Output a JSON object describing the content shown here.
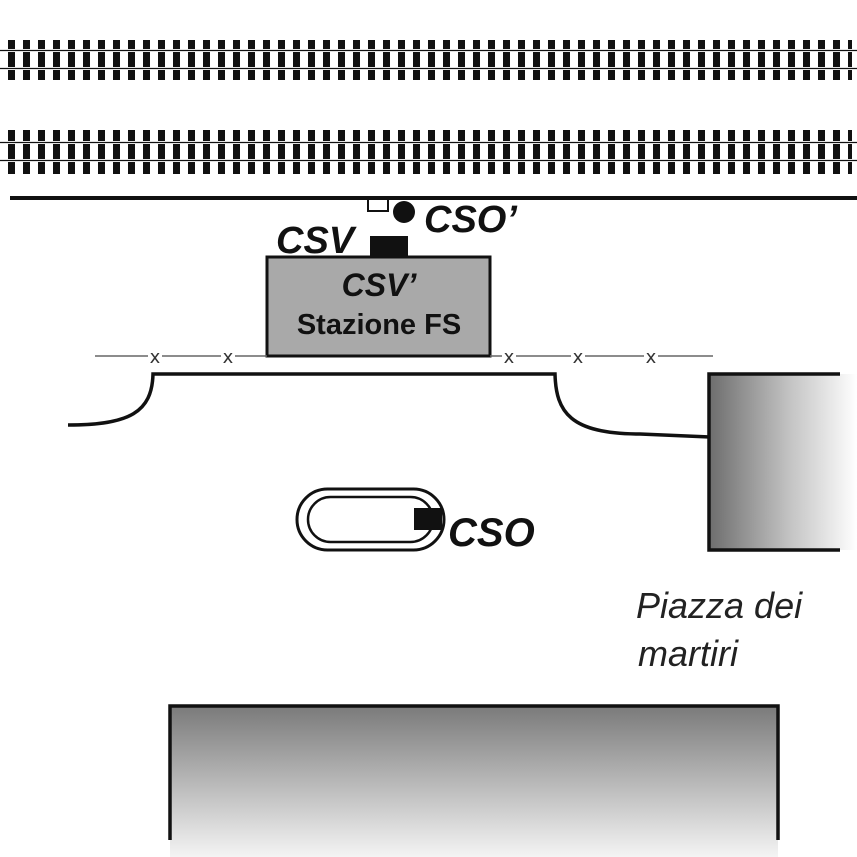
{
  "labels": {
    "cso_prime": "CSO’",
    "csv": "CSV",
    "csv_prime": "CSV’",
    "station": "Stazione FS",
    "cso": "CSO",
    "square_line1": "Piazza dei",
    "square_line2": "martiri"
  },
  "colors": {
    "line": "#111111",
    "station_fill": "#a9a9a9",
    "fence": "#666666"
  },
  "icons": {
    "fence_marker": "x"
  }
}
